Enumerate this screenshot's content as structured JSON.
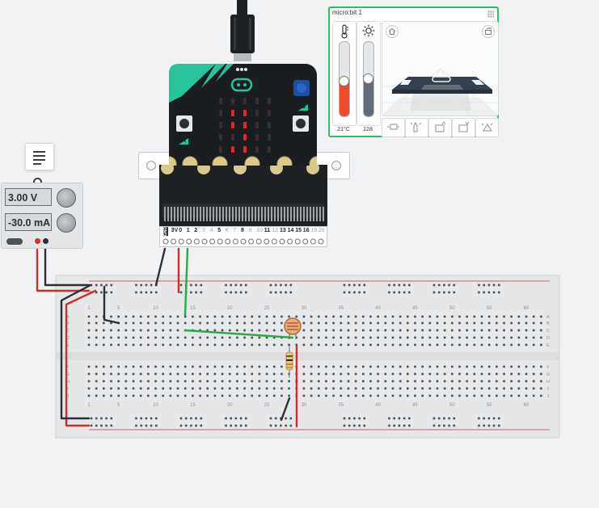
{
  "power_supply": {
    "voltage": "3.00 V",
    "current": "-30.0 mA",
    "colors": {
      "positive_terminal": "#d62b2b",
      "negative_terminal": "#2b2f33"
    }
  },
  "note_icon": "notes-icon",
  "microbit": {
    "led_matrix": [
      [
        0,
        0,
        0,
        0,
        0
      ],
      [
        0,
        1,
        1,
        0,
        0
      ],
      [
        0,
        1,
        1,
        0,
        0
      ],
      [
        0,
        0,
        1,
        0,
        0
      ],
      [
        0,
        1,
        1,
        0,
        0
      ]
    ],
    "led_color": "#e8262b",
    "pin_labels": [
      {
        "text": "GND",
        "active": true
      },
      {
        "text": "3V",
        "active": true
      },
      {
        "text": "0",
        "active": true
      },
      {
        "text": "1",
        "active": true
      },
      {
        "text": "2",
        "active": true
      },
      {
        "text": "3",
        "active": false
      },
      {
        "text": "4",
        "active": false
      },
      {
        "text": "5",
        "active": true
      },
      {
        "text": "6",
        "active": false
      },
      {
        "text": "7",
        "active": false
      },
      {
        "text": "8",
        "active": true
      },
      {
        "text": "9",
        "active": false
      },
      {
        "text": "10",
        "active": false
      },
      {
        "text": "11",
        "active": true
      },
      {
        "text": "12",
        "active": false
      },
      {
        "text": "13",
        "active": true
      },
      {
        "text": "14",
        "active": true
      },
      {
        "text": "15",
        "active": true
      },
      {
        "text": "16",
        "active": true
      },
      {
        "text": "19",
        "active": false
      },
      {
        "text": "20",
        "active": false
      }
    ],
    "button_a": "A",
    "button_b": "B"
  },
  "sensor_panel": {
    "title": "micro:bit 1",
    "temperature": {
      "value_label": "21°C",
      "level": 0.47,
      "fill_color": "#f24a2b",
      "icon": "thermometer-icon"
    },
    "light": {
      "value_label": "128",
      "level": 0.5,
      "fill_color": "#626b78",
      "icon": "sun-icon"
    },
    "view_buttons": [
      "home-icon",
      "rotate-view-icon"
    ],
    "gesture_buttons": [
      "tilt-icon",
      "shake-icon",
      "logo-up-icon",
      "logo-down-icon",
      "freefall-icon"
    ],
    "accent_color": "#27c36b"
  },
  "breadboard": {
    "column_numbers": [
      "1",
      "5",
      "10",
      "15",
      "20",
      "25",
      "30",
      "35",
      "40",
      "45",
      "50",
      "55",
      "60"
    ],
    "row_letters_top": [
      "A",
      "B",
      "C",
      "D",
      "E"
    ],
    "row_letters_bottom": [
      "F",
      "G",
      "H",
      "I",
      "J"
    ]
  },
  "wire_colors": {
    "red": "#d62b2b",
    "black": "#2b2f33",
    "green": "#2ba84a"
  }
}
